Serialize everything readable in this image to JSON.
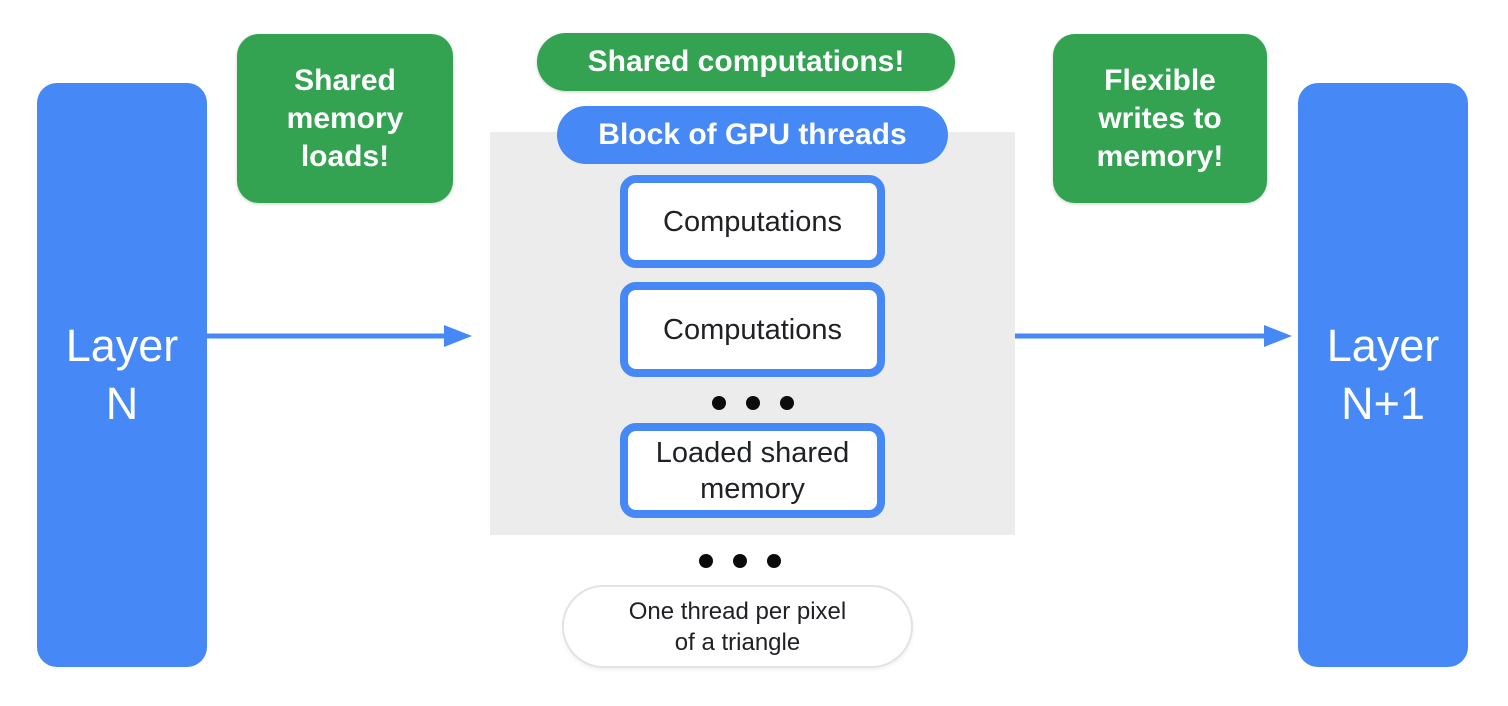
{
  "colors": {
    "blue": "#4688F5",
    "green": "#33A352",
    "panel": "#ECECEC",
    "ink": "#202124",
    "border": "#E3E3E3"
  },
  "layers": {
    "left": {
      "label": "Layer\nN"
    },
    "right": {
      "label": "Layer\nN+1"
    }
  },
  "callouts": {
    "memory_loads": {
      "label": "Shared\nmemory\nloads!"
    },
    "shared_computations": {
      "label": "Shared computations!"
    },
    "flexible_writes": {
      "label": "Flexible\nwrites to\nmemory!"
    }
  },
  "gpu_block": {
    "header": "Block of GPU threads",
    "items": [
      {
        "label": "Computations"
      },
      {
        "label": "Computations"
      },
      {
        "label": "Loaded shared\nmemory"
      }
    ]
  },
  "footnote": {
    "label": "One thread per pixel\nof a triangle"
  }
}
